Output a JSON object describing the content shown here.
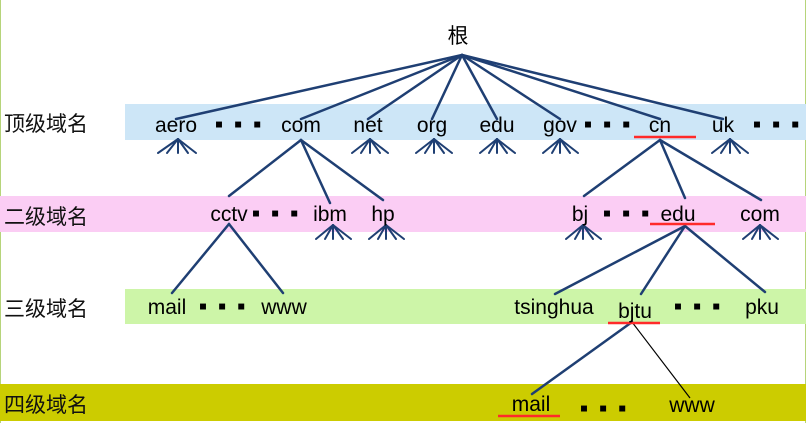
{
  "root": "根",
  "levels": {
    "top": "顶级域名",
    "second": "二级域名",
    "third": "三级域名",
    "fourth": "四级域名"
  },
  "top_level": [
    "aero",
    "com",
    "net",
    "org",
    "edu",
    "gov",
    "cn",
    "uk"
  ],
  "second_level": {
    "under_com": [
      "cctv",
      "ibm",
      "hp"
    ],
    "under_cn": [
      "bj",
      "edu",
      "com"
    ]
  },
  "third_level": {
    "under_cctv": [
      "mail",
      "www"
    ],
    "under_edu": [
      "tsinghua",
      "bjtu",
      "pku"
    ]
  },
  "fourth_level": {
    "under_bjtu": [
      "mail",
      "www"
    ]
  },
  "ellipsis": "▪ ▪ ▪",
  "colors": {
    "band_top": "#cde6f7",
    "band_second": "#fbcdf4",
    "band_third": "#cdf5a8",
    "band_fourth": "#cccc00",
    "line": "#1f3f73",
    "highlight": "#ff2a2a",
    "frame": "#b6d47a"
  }
}
